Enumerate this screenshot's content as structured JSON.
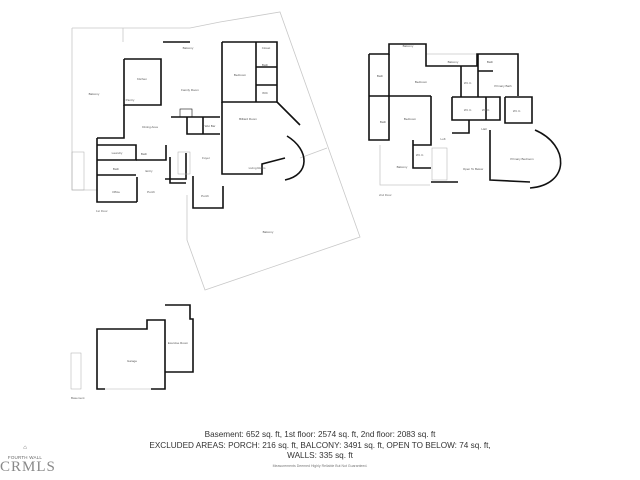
{
  "floors": {
    "first": {
      "label": "1st Floor",
      "rooms": [
        "Balcony",
        "Balcony",
        "Kitchen",
        "Pantry",
        "Family Room",
        "Bedroom",
        "Closet",
        "Bath",
        "WIC",
        "Dining Area",
        "Wet Bar",
        "Billiard Room",
        "Laundry",
        "Bath",
        "Foyer",
        "Living Room",
        "Bath",
        "Entry",
        "Office",
        "Porch",
        "Porch",
        "Balcony"
      ]
    },
    "second": {
      "label": "2nd Floor",
      "rooms": [
        "Balcony",
        "Bath",
        "Bedroom",
        "Balcony",
        "Bath",
        "W.I.C.",
        "Primary Bath",
        "Bath",
        "Bedroom",
        "W.I.C.",
        "W.I.C.",
        "W.I.C.",
        "Hall",
        "Loft",
        "W.I.C.",
        "Balcony",
        "Open To Below",
        "Primary Bedroom"
      ]
    },
    "basement": {
      "label": "Basement",
      "rooms": [
        "Garage",
        "Exercise Room"
      ]
    }
  },
  "summary": {
    "line1": "Basement: 652 sq. ft, 1st floor: 2574 sq. ft, 2nd floor: 2083 sq. ft",
    "line2": "EXCLUDED AREAS: PORCH: 216 sq. ft, BALCONY: 3491 sq. ft, OPEN TO BELOW: 74 sq. ft,",
    "line3": "WALLS: 335 sq. ft",
    "note": "Measurements Deemed Highly Reliable But Not Guaranteed."
  },
  "logo": {
    "line1": "FOURTH WALL",
    "line2": "CRMLS"
  },
  "colors": {
    "wall": "#111111",
    "outline": "#c8c8c8",
    "text": "#333333"
  }
}
